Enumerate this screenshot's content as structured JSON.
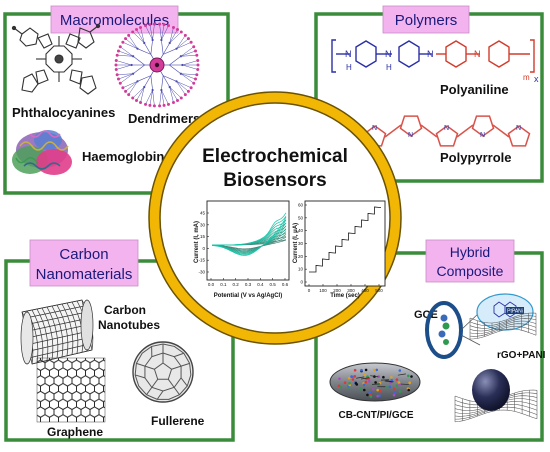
{
  "center": {
    "title_line1": "Electrochemical",
    "title_line2": "Biosensors"
  },
  "panels": {
    "macromolecules": {
      "badge": "Macromolecules",
      "labels": {
        "phthalocyanines": "Phthalocyanines",
        "dendrimers": "Dendrimers",
        "haemoglobin": "Haemoglobin"
      }
    },
    "polymers": {
      "badge": "Polymers",
      "labels": {
        "polyaniline": "Polyaniline",
        "polypyrrole": "Polypyrrole"
      },
      "subscripts": {
        "x": "x",
        "m": "m"
      },
      "atoms": {
        "h": "H"
      }
    },
    "carbon": {
      "badge_line1": "Carbon",
      "badge_line2": "Nanomaterials",
      "labels": {
        "nanotubes_line1": "Carbon",
        "nanotubes_line2": "Nanotubes",
        "graphene": "Graphene",
        "fullerene": "Fullerene"
      }
    },
    "hybrid": {
      "badge_line1": "Hybrid",
      "badge_line2": "Composite",
      "labels": {
        "gce": "GCE",
        "rgo_pani": "rGO+PANI",
        "cb_cnt": "CB-CNT/PI/GCE",
        "inset": "PtPANi"
      }
    }
  },
  "plots": {
    "cv": {
      "ylabel": "Current (I, mA)",
      "xlabel": "Potential (V vs Ag/AgCl)",
      "xticks": [
        "0.0",
        "0.1",
        "0.2",
        "0.3",
        "0.4",
        "0.5",
        "0.6"
      ],
      "yticks": [
        "45",
        "30",
        "15",
        "0",
        "-15",
        "-30"
      ]
    },
    "amperometry": {
      "ylabel": "Current (I, μA)",
      "xlabel": "Time (sec)",
      "xticks": [
        "0",
        "100",
        "200",
        "300",
        "400",
        "500"
      ],
      "yticks": [
        "60",
        "50",
        "40",
        "30",
        "20",
        "10",
        "0"
      ]
    }
  },
  "colors": {
    "panel_border": "#3a8c3a",
    "badge_fill": "#f3b3ef",
    "badge_text": "#1a1a7a",
    "ring_gold": "#f2b705",
    "ring_dark": "#6a5200",
    "polyaniline": "#2a2fa8",
    "polyaniline_red": "#d23b2c",
    "polypyrrole": "#d9534a"
  }
}
